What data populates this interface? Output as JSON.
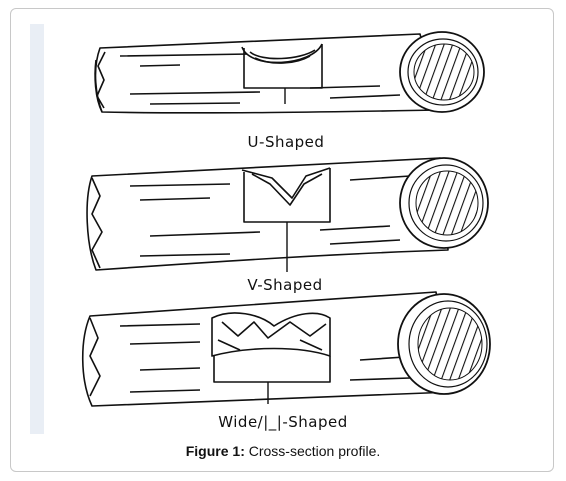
{
  "figure": {
    "labels": [
      "U-Shaped",
      "V-Shaped",
      "Wide/|_|-Shaped"
    ],
    "caption_label": "Figure 1:",
    "caption_text": " Cross-section profile."
  }
}
